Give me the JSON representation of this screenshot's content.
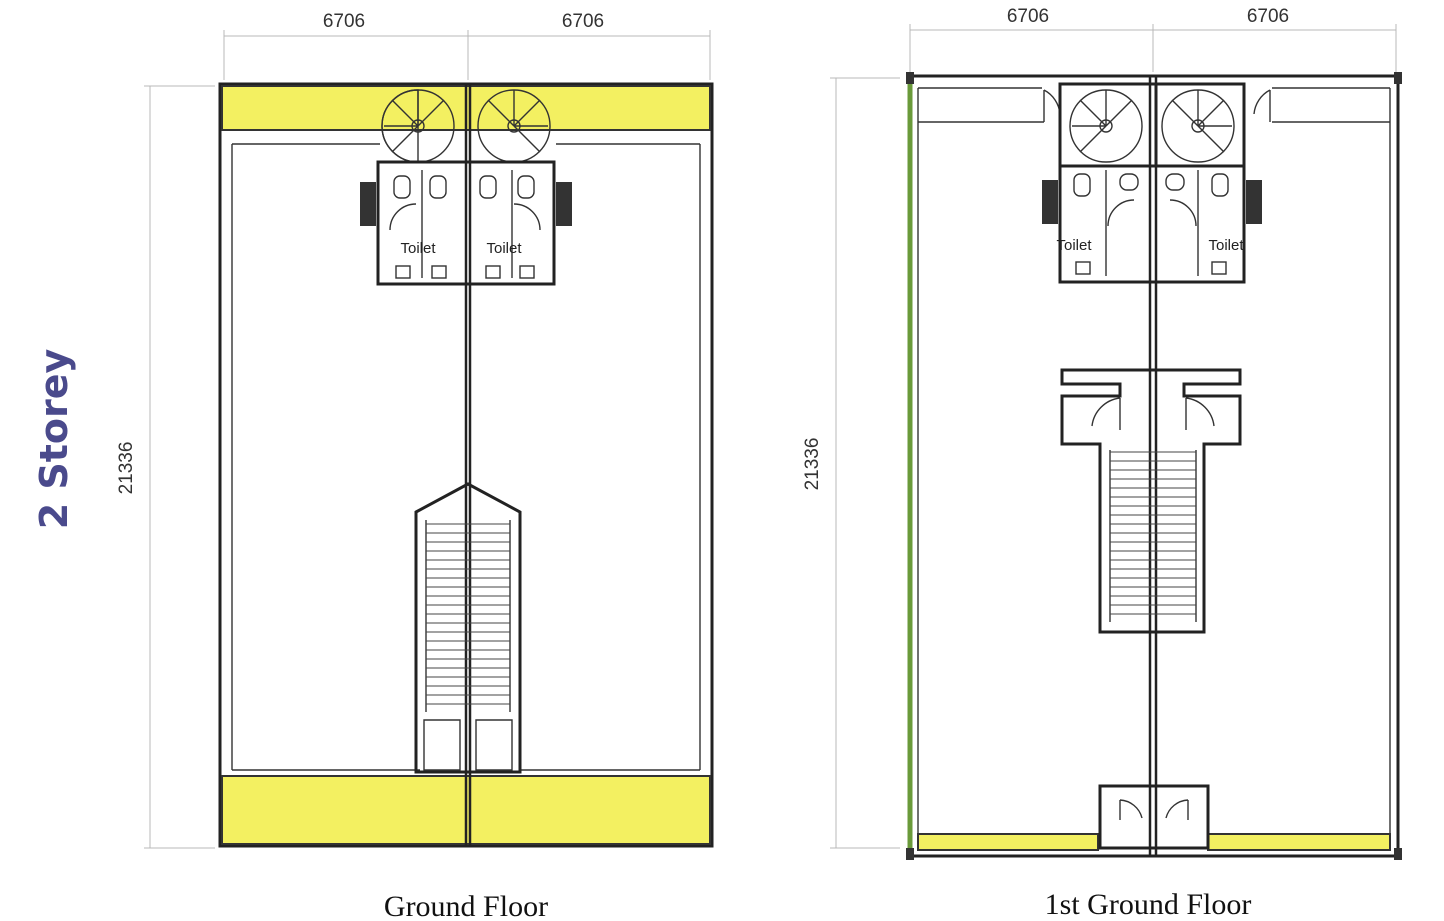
{
  "title": "2 Storey",
  "plans": [
    {
      "caption": "Ground Floor",
      "width_dims": [
        "6706",
        "6706"
      ],
      "depth_dim": "21336",
      "rooms": [
        "Toilet",
        "Toilet"
      ]
    },
    {
      "caption": "1st Ground Floor",
      "width_dims": [
        "6706",
        "6706"
      ],
      "depth_dim": "21336",
      "rooms": [
        "Toilet",
        "Toilet"
      ]
    }
  ],
  "colors": {
    "title": "#4a4a8c",
    "shade": "#f3f061",
    "line": "#222222"
  }
}
